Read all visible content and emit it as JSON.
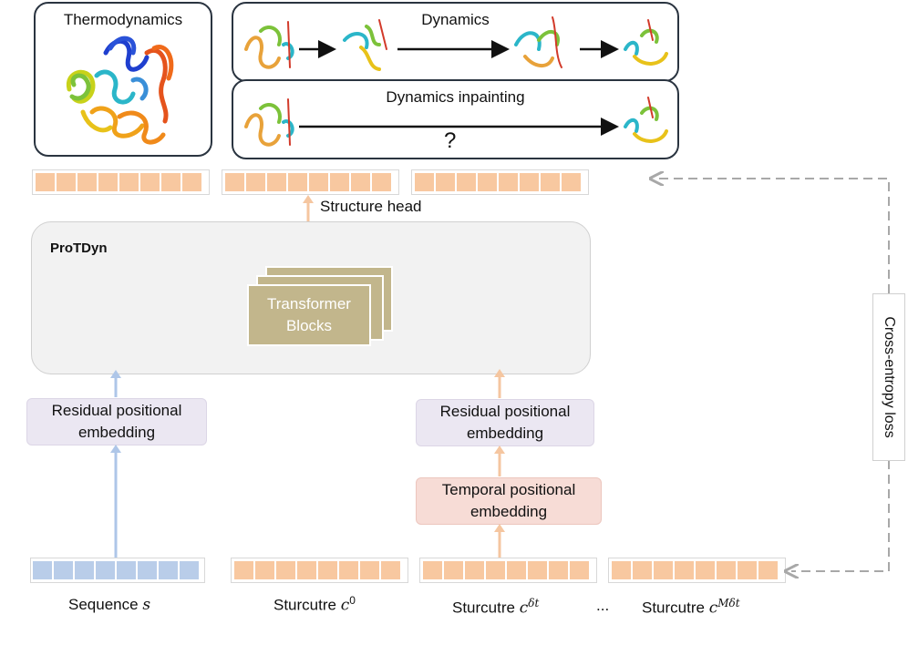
{
  "panels": {
    "thermodynamics": "Thermodynamics",
    "dynamics": "Dynamics",
    "dynamics_inpainting": "Dynamics inpainting",
    "inpainting_unknown": "?"
  },
  "model": {
    "title": "ProTDyn",
    "transformer_line1": "Transformer",
    "transformer_line2": "Blocks",
    "structure_head": "Structure head"
  },
  "embeddings": {
    "residual_left_line1": "Residual positional",
    "residual_left_line2": "embedding",
    "residual_right_line1": "Residual positional",
    "residual_right_line2": "embedding",
    "temporal_line1": "Temporal positional",
    "temporal_line2": "embedding"
  },
  "inputs": {
    "sequence_label": "Sequence",
    "sequence_symbol": "s",
    "structure0_label": "Sturcutre",
    "structure0_symbol": "c",
    "structure0_sup": "0",
    "structure_dt_label": "Sturcutre",
    "structure_dt_symbol": "c",
    "structure_dt_sup": "δt",
    "ellipsis": "...",
    "structure_mdt_label": "Sturcutre",
    "structure_mdt_symbol": "c",
    "structure_mdt_sup": "Mδt"
  },
  "loss": {
    "label": "Cross-entropy loss"
  },
  "colors": {
    "structure_token": "#f8c8a0",
    "sequence_token": "#b9cde9",
    "arrow_blue": "#aec6e8",
    "arrow_orange": "#f5c6a0",
    "transformer": "#c2b68c",
    "loss_line": "#a8a8a8"
  }
}
